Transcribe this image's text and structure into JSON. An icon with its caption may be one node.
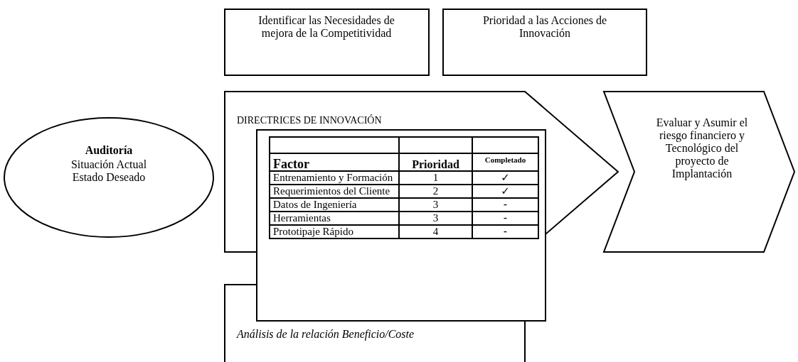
{
  "diagram": {
    "nodes": [
      {
        "text": [
          "Identificar las Necesidades de mejora de la Competitividad"
        ]
      },
      {
        "text": [
          "Prioridad a las Acciones de Innovación"
        ]
      },
      {
        "text": [
          "Auditoría",
          "Situación Actual Estado Deseado"
        ]
      },
      {
        "text": [
          "DIRECTRICES DE INNOVACIÓN"
        ]
      },
      {
        "text": [
          "Análisis de la relación Beneficio/Coste"
        ]
      },
      {
        "text": [],
        "shape": "box"
      },
      {
        "text": [
          "Evaluar y Asumir el riesgo financiero y Tecnológico del proyecto de Implantación"
        ]
      }
    ],
    "edges": [],
    "labels": [
      "Factor",
      "Prioridad",
      "Completado",
      "Entrenamiento y Formación",
      "1",
      "✓",
      "Requerimientos del Cliente",
      "2",
      "✓",
      "Datos de Ingeniería",
      "3",
      "-",
      "Herramientas",
      "3",
      "-",
      "Prototipaje Rápido",
      "4",
      "-"
    ]
  }
}
